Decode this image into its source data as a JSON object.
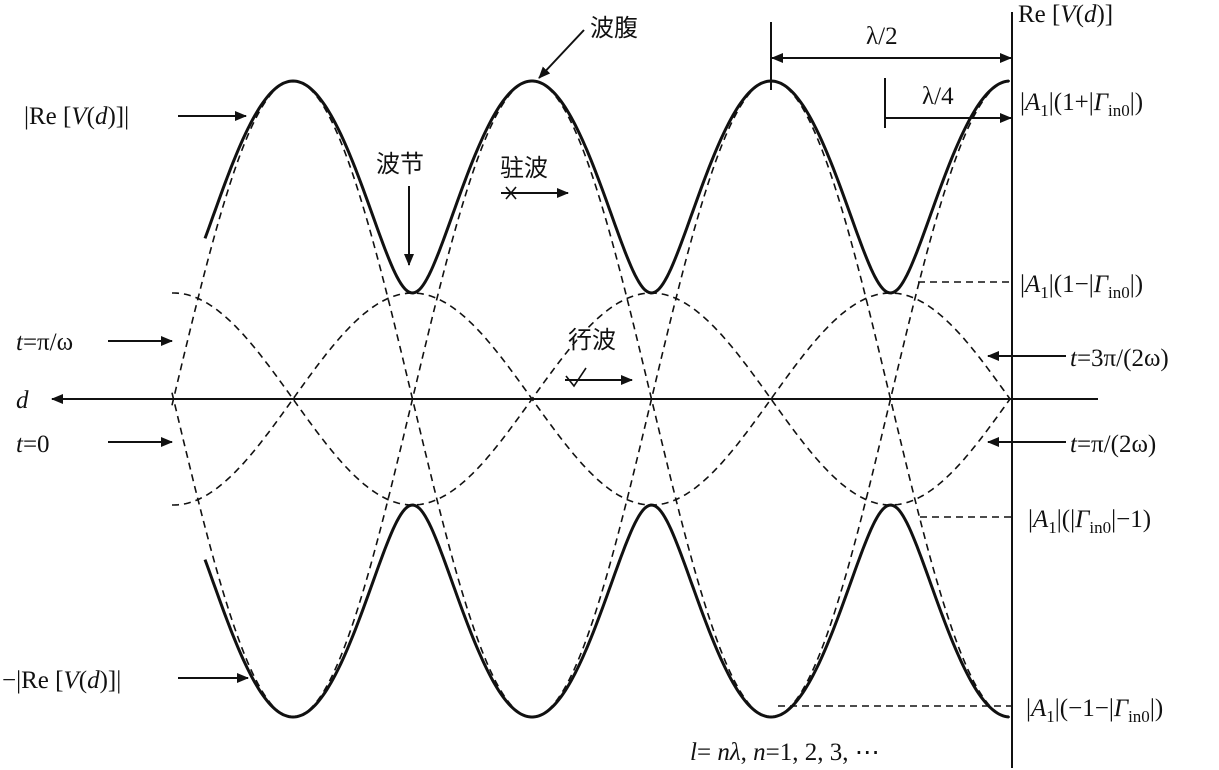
{
  "labels": {
    "re_axis": "Re [V(d)]",
    "re_axis_parts": [
      "Re [",
      "V",
      "(",
      "d",
      ")]"
    ],
    "d_axis": "d",
    "half_wavelength": "λ/2",
    "quarter_wavelength": "λ/4",
    "antinode": "波腹",
    "node": "波节",
    "standing_wave": "驻波",
    "traveling_wave": "行波",
    "abs_re": "|Re [V(d)]|",
    "abs_re_parts": [
      "|Re [",
      "V",
      "(",
      "d",
      ")]|"
    ],
    "neg_abs_re": "−|Re [V(d)]|",
    "neg_abs_re_parts": [
      "−|Re [",
      "V",
      "(",
      "d",
      ")]|"
    ],
    "t_pi_over_omega": "t=π/ω",
    "t_zero": "t=0",
    "t_3pi_over_2omega": "t=3π/(2ω)",
    "t_pi_over_2omega": "t=π/(2ω)",
    "level_max": "|A1|(1+|Γin0|)",
    "level_min": "|A1|(1−|Γin0|)",
    "level_neg_min": "|A1|(|Γin0|−1)",
    "level_neg_max": "|A1|(−1−|Γin0|)",
    "footnote": "l= nλ, n=1, 2, 3, ⋯"
  },
  "wave_params": {
    "reflection_magnitude": 0.5,
    "half_wavelengths_shown": 3.6
  }
}
